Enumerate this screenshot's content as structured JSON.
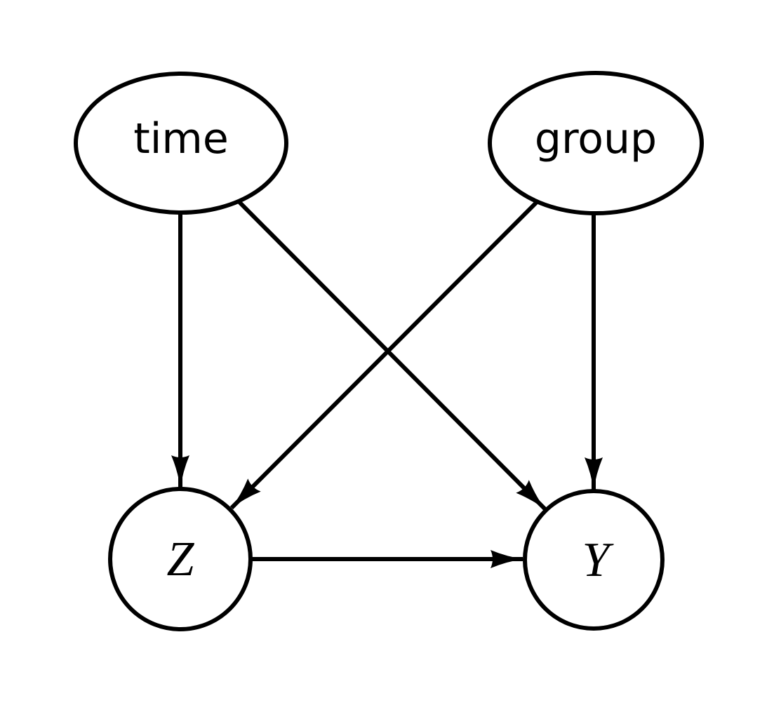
{
  "diagram": {
    "type": "dag",
    "description": "Directed acyclic graph with two latent-style ellipse nodes (time, group) pointing to two outcome circle nodes (Z, Y), and Z pointing to Y",
    "colors": {
      "background": "#ffffff",
      "stroke": "#000000",
      "text": "#000000",
      "arrowhead_fill": "#000000"
    },
    "nodes": [
      {
        "id": "time",
        "label": "time",
        "shape": "ellipse",
        "label_style": "sans"
      },
      {
        "id": "group",
        "label": "group",
        "shape": "ellipse",
        "label_style": "sans"
      },
      {
        "id": "Z",
        "label": "Z",
        "shape": "circle",
        "label_style": "math-italic"
      },
      {
        "id": "Y",
        "label": "Y",
        "shape": "circle",
        "label_style": "math-italic"
      }
    ],
    "edges": [
      {
        "from": "time",
        "to": "Z",
        "arrow": "filled-triangle"
      },
      {
        "from": "time",
        "to": "Y",
        "arrow": "filled-triangle"
      },
      {
        "from": "group",
        "to": "Z",
        "arrow": "filled-triangle"
      },
      {
        "from": "group",
        "to": "Y",
        "arrow": "filled-triangle"
      },
      {
        "from": "Z",
        "to": "Y",
        "arrow": "filled-triangle"
      }
    ]
  }
}
